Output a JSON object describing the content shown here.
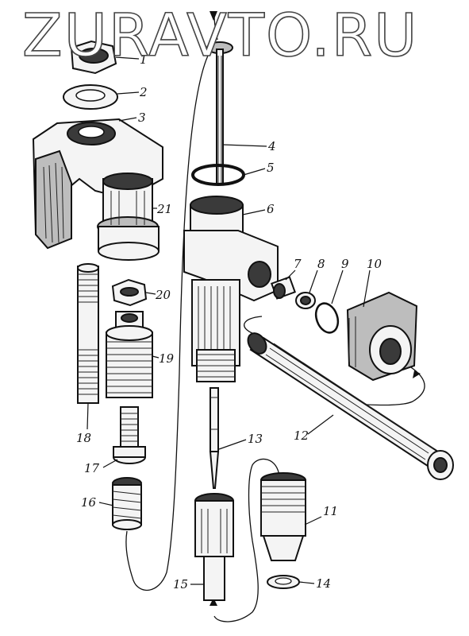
{
  "watermark": "ZURAVTO.RU",
  "labels": [
    "1",
    "2",
    "3",
    "4",
    "5",
    "6",
    "7",
    "8",
    "9",
    "10",
    "11",
    "12",
    "13",
    "14",
    "15",
    "16",
    "17",
    "18",
    "19",
    "20",
    "21"
  ]
}
